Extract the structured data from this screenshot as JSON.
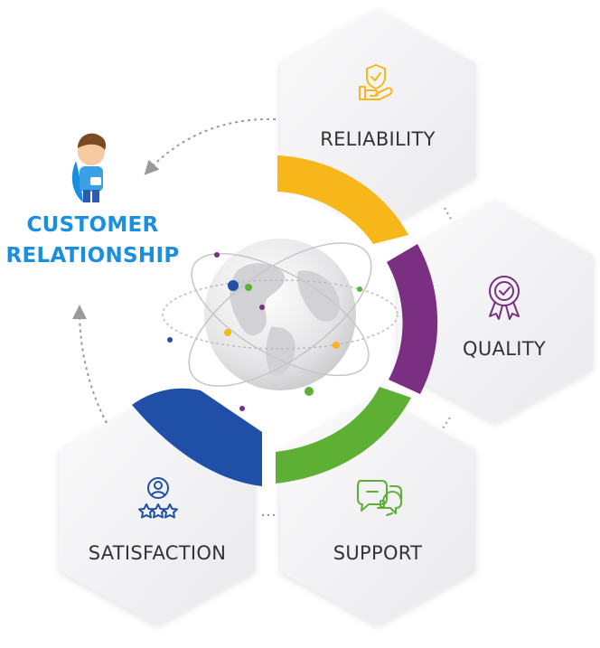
{
  "title": {
    "line1": "CUSTOMER",
    "line2": "RELATIONSHIP"
  },
  "pillars": {
    "reliability": {
      "label": "RELIABILITY",
      "icon": "hand-shield-icon",
      "color": "#f7b71a"
    },
    "quality": {
      "label": "QUALITY",
      "icon": "award-badge-icon",
      "color": "#7b2f82"
    },
    "support": {
      "label": "SUPPORT",
      "icon": "headset-chat-icon",
      "color": "#5db033"
    },
    "satisfaction": {
      "label": "SATISFACTION",
      "icon": "user-stars-icon",
      "color": "#1f4fa7"
    }
  },
  "colors": {
    "title": "#1a8fe0",
    "hexagon": "#f2f2f4",
    "arrow": "#9a9a9a"
  }
}
